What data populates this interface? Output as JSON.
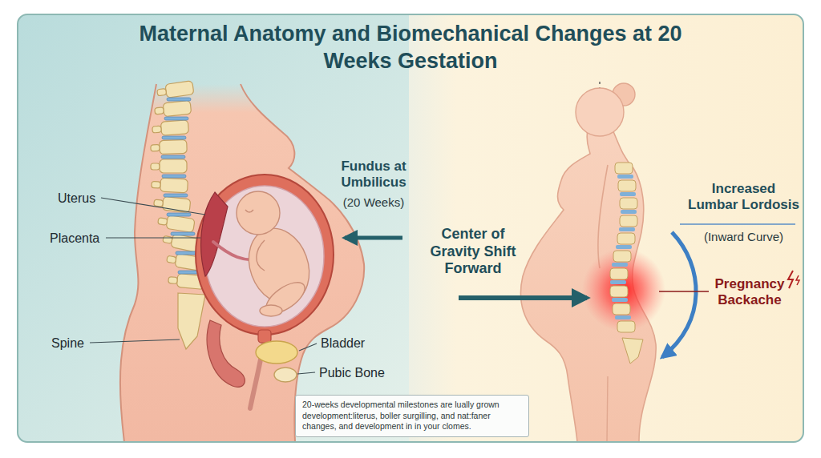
{
  "diagram": {
    "title": "Maternal Anatomy and Biomechanical Changes at 20 Weeks Gestation",
    "nodes": [
      {
        "text": [
          "20-weeks developmental milestones are lually grown development:literus, boller surgilling, and nat:faner changes, and development in in your clomes."
        ]
      }
    ],
    "labels": [
      "Uterus",
      "Placenta",
      "Spine",
      "Bladder",
      "Pubic Bone",
      "Fundus at Umbilicus",
      "(20 Weeks)",
      "Center of Gravity Shift Forward",
      "Increased Lumbar Lordosis",
      "(Inward Curve)",
      "Pregnancy Backache"
    ]
  }
}
